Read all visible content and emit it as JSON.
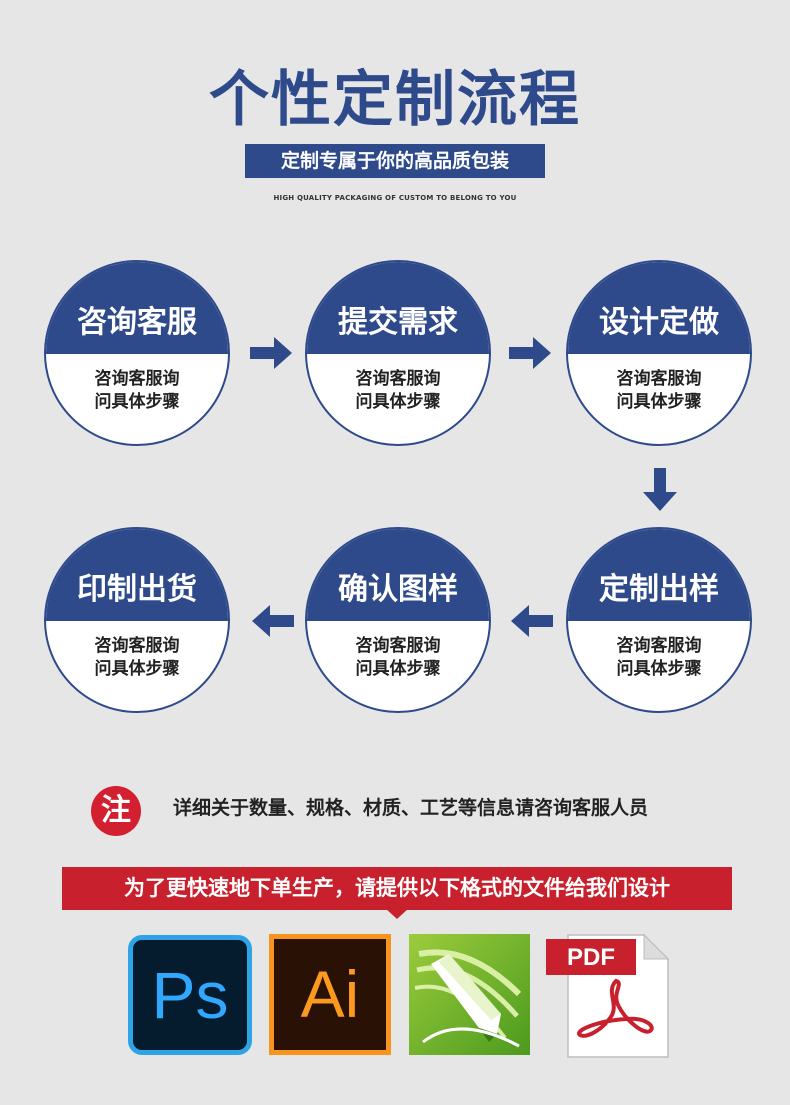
{
  "header": {
    "title": "个性定制流程",
    "subtitle": "定制专属于你的高品质包装",
    "english": "HIGH QUALITY PACKAGING OF CUSTOM TO BELONG TO YOU"
  },
  "steps": [
    {
      "title": "咨询客服",
      "line1": "咨询客服询",
      "line2": "问具体步骤"
    },
    {
      "title": "提交需求",
      "line1": "咨询客服询",
      "line2": "问具体步骤"
    },
    {
      "title": "设计定做",
      "line1": "咨询客服询",
      "line2": "问具体步骤"
    },
    {
      "title": "定制出样",
      "line1": "咨询客服询",
      "line2": "问具体步骤"
    },
    {
      "title": "确认图样",
      "line1": "咨询客服询",
      "line2": "问具体步骤"
    },
    {
      "title": "印制出货",
      "line1": "咨询客服询",
      "line2": "问具体步骤"
    }
  ],
  "note": {
    "badge": "注",
    "text": "详细关于数量、规格、材质、工艺等信息请咨询客服人员"
  },
  "formats": {
    "banner": "为了更快速地下单生产，请提供以下格式的文件给我们设计",
    "ps_label": "Ps",
    "ai_label": "Ai",
    "pdf_label": "PDF",
    "icons": [
      "photoshop-icon",
      "illustrator-icon",
      "coreldraw-icon",
      "pdf-icon"
    ]
  },
  "colors": {
    "primary_blue": "#2e4a8b",
    "accent_red": "#c8202c",
    "background": "#e6e6e7"
  }
}
